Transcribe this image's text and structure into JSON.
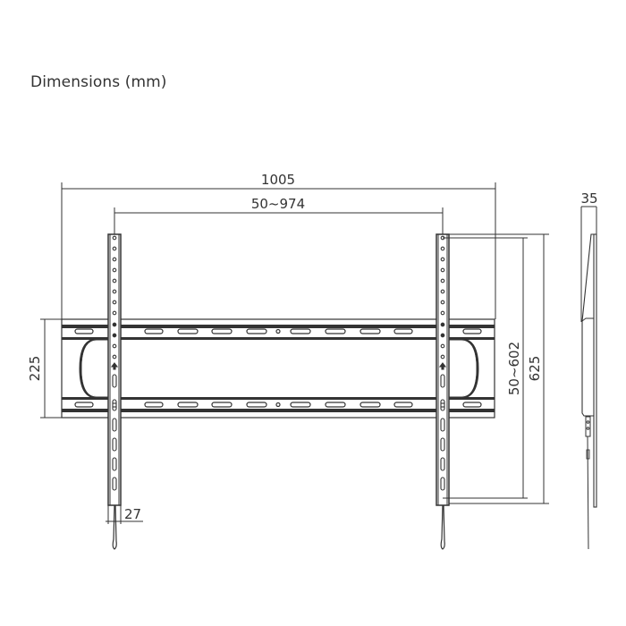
{
  "title": "Dimensions (mm)",
  "front_view": {
    "overall_width": "1005",
    "bracket_spacing": "50~974",
    "plate_height": "225",
    "bracket_width": "27",
    "vertical_hole_range": "50~602",
    "bracket_height": "625"
  },
  "side_view": {
    "depth": "35"
  },
  "colors": {
    "line": "#333333",
    "background": "#ffffff"
  }
}
